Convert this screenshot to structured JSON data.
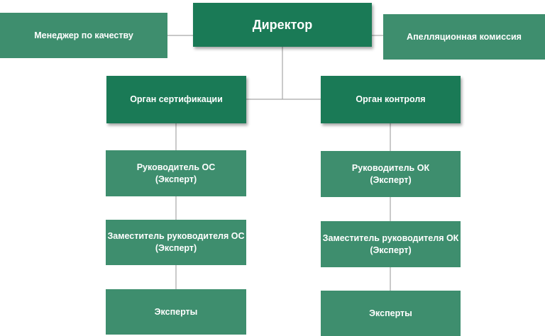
{
  "nodes": {
    "director": "Директор",
    "quality_manager": "Менеджер по качеству",
    "appeals_commission": "Апелляционная комиссия",
    "certification_body": "Орган сертификации",
    "control_body": "Орган контроля",
    "os_head": {
      "line1": "Руководитель ОС",
      "line2": "(Эксперт)"
    },
    "os_deputy": {
      "line1": "Заместитель руководителя ОС",
      "line2": "(Эксперт)"
    },
    "os_experts": "Эксперты",
    "ok_head": {
      "line1": "Руководитель ОК",
      "line2": "(Эксперт)"
    },
    "ok_deputy": {
      "line1": "Заместитель руководителя ОК",
      "line2": "(Эксперт)"
    },
    "ok_experts": "Эксперты"
  },
  "colors": {
    "box_fill": "#3e8e6e",
    "box_fill_emphasis": "#1a7a56",
    "connector": "#a6a6a6",
    "text": "#ffffff"
  }
}
